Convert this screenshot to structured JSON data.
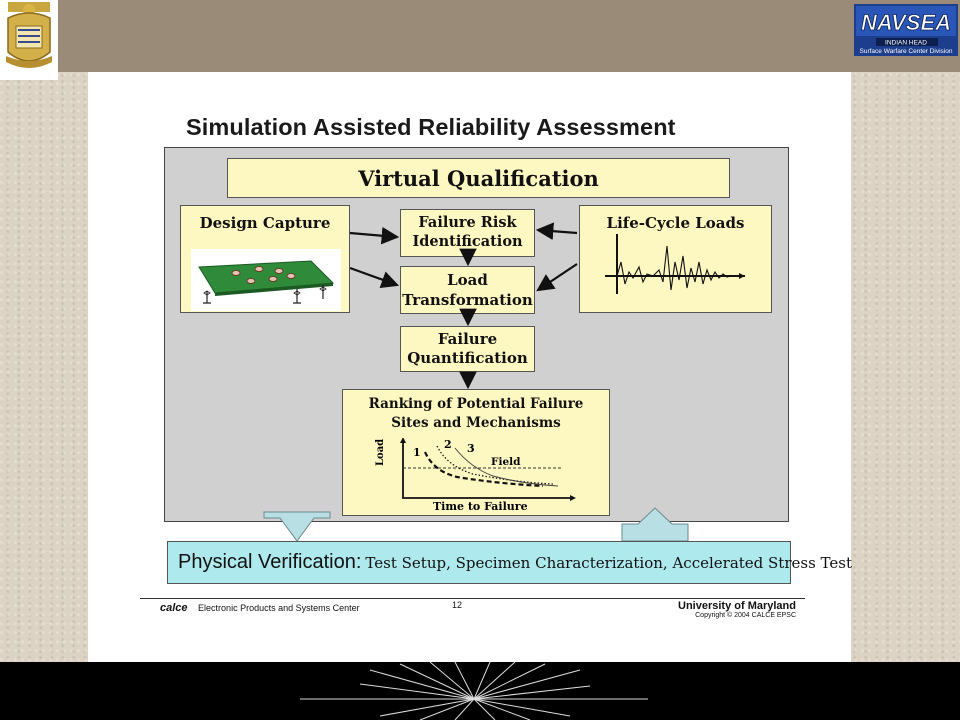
{
  "header": {
    "left_logo": "naval-academy-crest",
    "right_logo": {
      "brand": "NAVSEA",
      "line1": "INDIAN HEAD",
      "line2": "Surface Warfare Center Division"
    }
  },
  "slide": {
    "title": "Simulation Assisted Reliability Assessment",
    "virtual_qualification": "Virtual Qualification",
    "design_capture": "Design Capture",
    "failure_risk": [
      "Failure Risk",
      "Identification"
    ],
    "life_cycle_loads": "Life-Cycle Loads",
    "load_transformation": [
      "Load",
      "Transformation"
    ],
    "failure_quantification": [
      "Failure",
      "Quantification"
    ],
    "ranking": [
      "Ranking of Potential Failure",
      "Sites and Mechanisms"
    ],
    "ranking_chart": {
      "ylabel": "Load",
      "xlabel": "Time to Failure",
      "curve_labels": [
        "1",
        "2",
        "3"
      ],
      "field_label": "Field"
    },
    "physical_verification": {
      "lead": "Physical Verification:",
      "rest": "Test Setup, Specimen Characterization, Accelerated Stress Test"
    },
    "footer": {
      "org_logo": "calce",
      "org": "Electronic Products and Systems Center",
      "page": "12",
      "university": "University of Maryland",
      "copyright": "Copyright © 2004 CALCE EPSC"
    }
  }
}
